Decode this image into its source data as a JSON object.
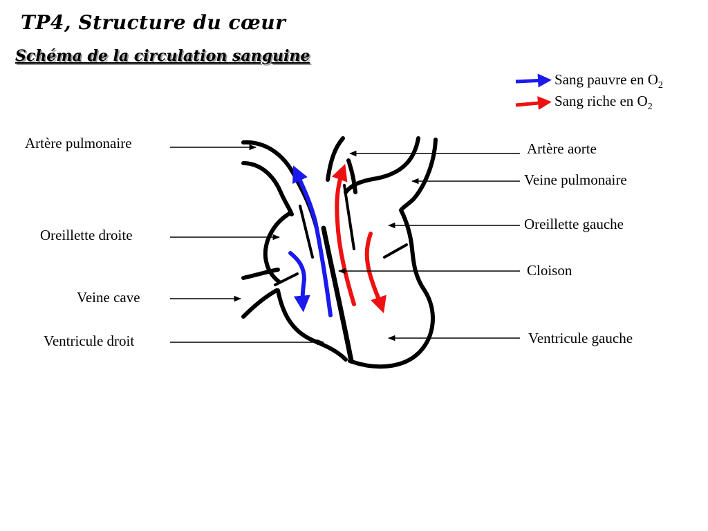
{
  "header": {
    "title": "TP4, Structure du cœur",
    "subtitle": "Schéma de la circulation sanguine"
  },
  "legend": {
    "blue": {
      "label": "Sang pauvre en O",
      "subscript": "2",
      "color": "#1a1aee"
    },
    "red": {
      "label": "Sang riche en O",
      "subscript": "2",
      "color": "#ee1111"
    }
  },
  "labels": {
    "artere_pulmonaire": "Artère pulmonaire",
    "oreillette_droite": "Oreillette droite",
    "veine_cave": "Veine cave",
    "ventricule_droit": "Ventricule droit",
    "artere_aorte": "Artère aorte",
    "veine_pulmonaire": "Veine pulmonaire",
    "oreillette_gauche": "Oreillette gauche",
    "cloison": "Cloison",
    "ventricule_gauche": "Ventricule gauche"
  }
}
